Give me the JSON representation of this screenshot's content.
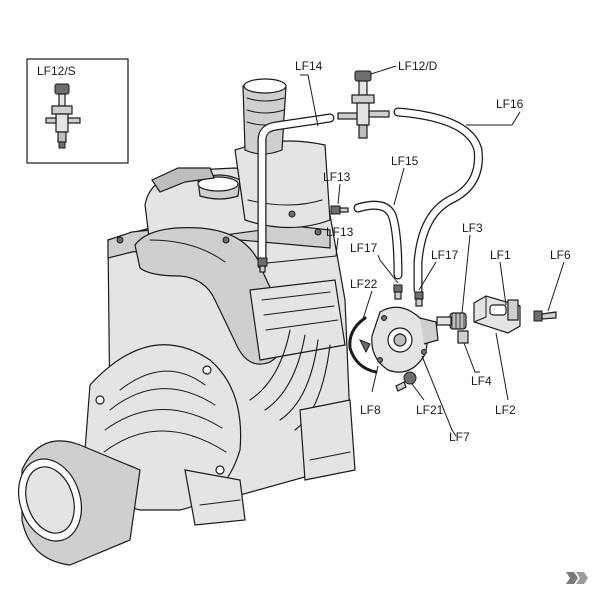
{
  "labels": {
    "inset": "LF12/S",
    "lf14": "LF14",
    "lf12d": "LF12/D",
    "lf16": "LF16",
    "lf15": "LF15",
    "lf13a": "LF13",
    "lf13b": "LF13",
    "lf17a": "LF17",
    "lf17b": "LF17",
    "lf3": "LF3",
    "lf1": "LF1",
    "lf6": "LF6",
    "lf22": "LF22",
    "lf4": "LF4",
    "lf8": "LF8",
    "lf21": "LF21",
    "lf2": "LF2",
    "lf7": "LF7"
  },
  "colors": {
    "ink": "#1a1a1a",
    "shade": "#cfcfcf",
    "logo": "#7a7a7a"
  },
  "icons": {
    "logo": "brand-logo-mark"
  }
}
